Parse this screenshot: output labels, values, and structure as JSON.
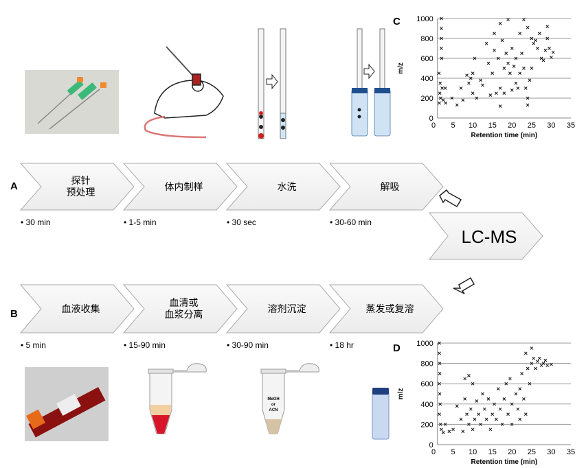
{
  "labels": {
    "A": "A",
    "B": "B",
    "C": "C",
    "D": "D"
  },
  "row_a": {
    "steps": [
      {
        "label1": "探针",
        "label2": "预处理",
        "time": "• 30 min"
      },
      {
        "label1": "体内制样",
        "time": "• 1-5 min"
      },
      {
        "label1": "水洗",
        "time": "• 30 sec"
      },
      {
        "label1": "解吸",
        "time": "• 30-60 min"
      }
    ]
  },
  "row_b": {
    "steps": [
      {
        "label1": "血液收集",
        "time": "• 5 min"
      },
      {
        "label1": "血清或",
        "label2": "血浆分离",
        "time": "• 15-90 min"
      },
      {
        "label1": "溶剂沉淀",
        "time": "• 30-90 min"
      },
      {
        "label1": "蒸发或复溶",
        "time": "• 18 hr"
      }
    ]
  },
  "lcms": "LC-MS",
  "tube_text": [
    "MeOH",
    "or",
    "ACN"
  ],
  "chart_data": [
    {
      "type": "scatter",
      "panel": "C",
      "xlabel": "Retention time (min)",
      "ylabel": "m/z",
      "xlim": [
        0,
        35
      ],
      "ylim": [
        0,
        1000
      ],
      "xticks": [
        "0",
        "5",
        "10",
        "15",
        "20",
        "25",
        "30",
        "35"
      ],
      "yticks": [
        "0",
        "200",
        "400",
        "600",
        "800",
        "1000"
      ],
      "grid": "horizontal",
      "points": [
        [
          1.5,
          150
        ],
        [
          1.6,
          250
        ],
        [
          1.7,
          350
        ],
        [
          1.4,
          450
        ],
        [
          1.8,
          200
        ],
        [
          2,
          1000
        ],
        [
          2,
          900
        ],
        [
          2,
          800
        ],
        [
          2,
          700
        ],
        [
          2.1,
          600
        ],
        [
          2.2,
          300
        ],
        [
          2.5,
          180
        ],
        [
          3,
          300
        ],
        [
          3.1,
          150
        ],
        [
          4.7,
          200
        ],
        [
          6,
          130
        ],
        [
          7,
          300
        ],
        [
          7.5,
          180
        ],
        [
          8.5,
          430
        ],
        [
          9,
          350
        ],
        [
          9.5,
          400
        ],
        [
          10,
          450
        ],
        [
          10.5,
          600
        ],
        [
          10,
          250
        ],
        [
          11,
          200
        ],
        [
          12,
          380
        ],
        [
          12.5,
          330
        ],
        [
          13.5,
          750
        ],
        [
          14,
          550
        ],
        [
          14.5,
          230
        ],
        [
          15,
          450
        ],
        [
          15.5,
          850
        ],
        [
          15.5,
          680
        ],
        [
          16,
          250
        ],
        [
          16.5,
          600
        ],
        [
          17,
          950
        ],
        [
          17,
          300
        ],
        [
          17.5,
          780
        ],
        [
          18,
          500
        ],
        [
          18,
          250
        ],
        [
          18.5,
          650
        ],
        [
          19,
          990
        ],
        [
          19,
          550
        ],
        [
          19.5,
          450
        ],
        [
          20,
          700
        ],
        [
          20,
          280
        ],
        [
          20.5,
          520
        ],
        [
          21,
          600
        ],
        [
          21,
          350
        ],
        [
          21.5,
          300
        ],
        [
          22,
          850
        ],
        [
          22,
          450
        ],
        [
          22.5,
          650
        ],
        [
          23,
          990
        ],
        [
          23,
          500
        ],
        [
          23.5,
          300
        ],
        [
          24,
          200
        ],
        [
          24,
          910
        ],
        [
          24.5,
          380
        ],
        [
          25,
          800
        ],
        [
          25,
          500
        ],
        [
          25.5,
          750
        ],
        [
          26,
          780
        ],
        [
          26.5,
          700
        ],
        [
          27,
          850
        ],
        [
          27.5,
          600
        ],
        [
          28,
          580
        ],
        [
          28.5,
          680
        ],
        [
          29,
          920
        ],
        [
          29,
          800
        ],
        [
          29.5,
          700
        ],
        [
          30,
          610
        ],
        [
          30.5,
          660
        ],
        [
          24,
          130
        ],
        [
          17,
          120
        ]
      ]
    },
    {
      "type": "scatter",
      "panel": "D",
      "xlabel": "Retention time (min)",
      "ylabel": "m/z",
      "xlim": [
        0,
        35
      ],
      "ylim": [
        0,
        1000
      ],
      "xticks": [
        "0",
        "5",
        "10",
        "15",
        "20",
        "25",
        "30",
        "35"
      ],
      "yticks": [
        "0",
        "200",
        "400",
        "600",
        "800",
        "1000"
      ],
      "grid": "horizontal",
      "points": [
        [
          1.5,
          1000
        ],
        [
          1.5,
          900
        ],
        [
          1.6,
          800
        ],
        [
          1.6,
          700
        ],
        [
          1.5,
          600
        ],
        [
          1.6,
          500
        ],
        [
          1.7,
          400
        ],
        [
          1.5,
          300
        ],
        [
          1.8,
          200
        ],
        [
          2,
          150
        ],
        [
          2.5,
          120
        ],
        [
          3,
          200
        ],
        [
          4,
          130
        ],
        [
          5,
          150
        ],
        [
          6,
          380
        ],
        [
          7,
          250
        ],
        [
          7.5,
          130
        ],
        [
          8,
          450
        ],
        [
          8.5,
          300
        ],
        [
          9,
          200
        ],
        [
          9.5,
          350
        ],
        [
          10,
          600
        ],
        [
          10,
          150
        ],
        [
          10.5,
          250
        ],
        [
          11,
          430
        ],
        [
          11.5,
          300
        ],
        [
          12,
          200
        ],
        [
          12.5,
          500
        ],
        [
          13,
          350
        ],
        [
          13.5,
          250
        ],
        [
          14,
          450
        ],
        [
          14.5,
          150
        ],
        [
          15,
          300
        ],
        [
          15.5,
          400
        ],
        [
          16,
          250
        ],
        [
          16.5,
          550
        ],
        [
          17,
          350
        ],
        [
          17.5,
          200
        ],
        [
          18,
          450
        ],
        [
          18.5,
          600
        ],
        [
          19,
          300
        ],
        [
          19.5,
          650
        ],
        [
          20,
          400
        ],
        [
          20,
          200
        ],
        [
          21,
          500
        ],
        [
          21.5,
          350
        ],
        [
          22,
          550
        ],
        [
          22,
          250
        ],
        [
          22.5,
          700
        ],
        [
          23,
          450
        ],
        [
          23.5,
          900
        ],
        [
          23.5,
          300
        ],
        [
          24,
          750
        ],
        [
          24.5,
          600
        ],
        [
          25,
          800
        ],
        [
          25.5,
          850
        ],
        [
          26,
          750
        ],
        [
          26.5,
          820
        ],
        [
          27,
          850
        ],
        [
          27.5,
          780
        ],
        [
          28,
          800
        ],
        [
          28.5,
          830
        ],
        [
          29,
          780
        ],
        [
          30,
          790
        ],
        [
          8,
          650
        ],
        [
          9,
          680
        ],
        [
          25,
          950
        ]
      ]
    }
  ]
}
